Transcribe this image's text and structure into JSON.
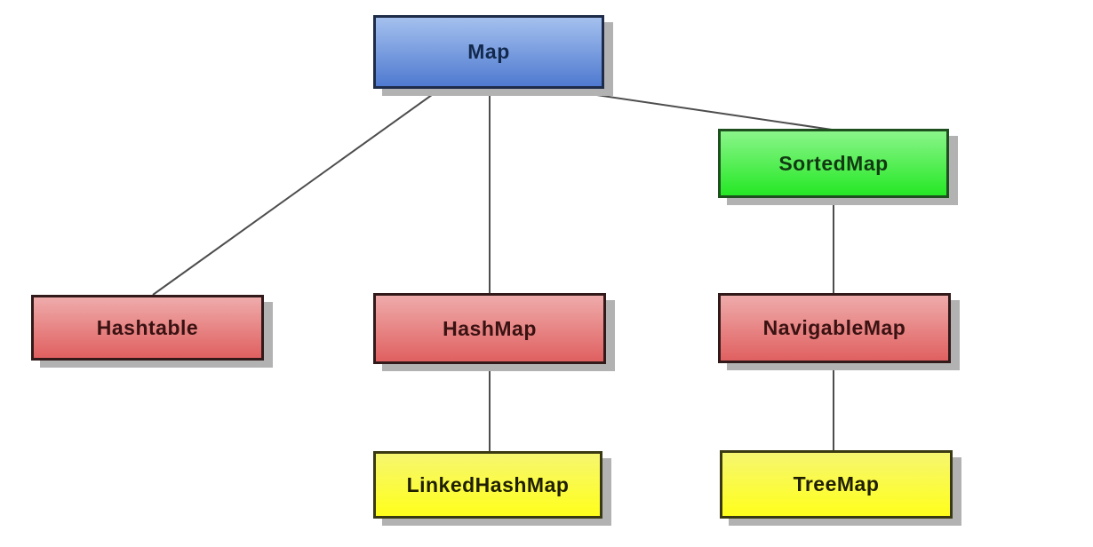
{
  "diagram": {
    "background_color": "#ffffff",
    "connector_color": "#4d4d4d",
    "shadow_color": "#b2b2b2",
    "styles": {
      "blue": {
        "fill_top": "#a4c0ee",
        "fill_bottom": "#4f7ad0",
        "border": "#1e2c49",
        "text": "#132a4e"
      },
      "green": {
        "fill_top": "#8af58a",
        "fill_bottom": "#25e825",
        "border": "#1e4f1e",
        "text": "#123a12"
      },
      "red": {
        "fill_top": "#efabab",
        "fill_bottom": "#e06060",
        "border": "#331a1a",
        "text": "#3a1212"
      },
      "yellow": {
        "fill_top": "#f6f670",
        "fill_bottom": "#ffff1c",
        "border": "#3a3a12",
        "text": "#1f1f00"
      }
    },
    "nodes": {
      "map": {
        "label": "Map",
        "style": "blue"
      },
      "sortedmap": {
        "label": "SortedMap",
        "style": "green"
      },
      "hashtable": {
        "label": "Hashtable",
        "style": "red"
      },
      "hashmap": {
        "label": "HashMap",
        "style": "red"
      },
      "navigablemap": {
        "label": "NavigableMap",
        "style": "red"
      },
      "linkedhashmap": {
        "label": "LinkedHashMap",
        "style": "yellow"
      },
      "treemap": {
        "label": "TreeMap",
        "style": "yellow"
      }
    },
    "edges": [
      {
        "from": "Map",
        "to": "Hashtable"
      },
      {
        "from": "Map",
        "to": "HashMap"
      },
      {
        "from": "Map",
        "to": "SortedMap"
      },
      {
        "from": "SortedMap",
        "to": "NavigableMap"
      },
      {
        "from": "HashMap",
        "to": "LinkedHashMap"
      },
      {
        "from": "NavigableMap",
        "to": "TreeMap"
      }
    ]
  }
}
